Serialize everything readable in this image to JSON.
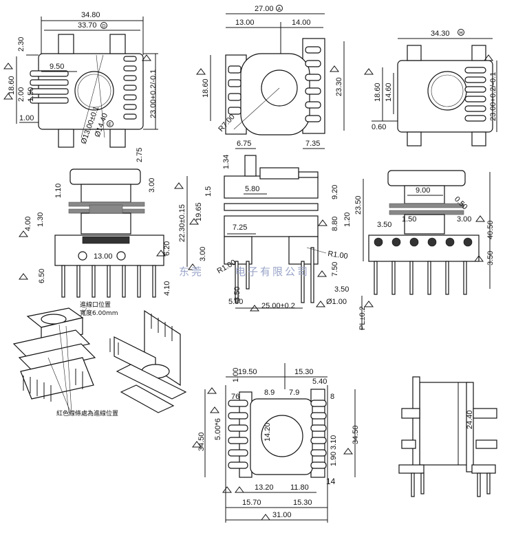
{
  "views": {
    "top_left": {
      "width": "34.80",
      "inner_width": "33.70",
      "inner_marker": "D",
      "left_top": "2.30",
      "left_height": "18.60",
      "pin_pitch": "2.00",
      "slot": "1.50",
      "foot": "1.00",
      "hole_left": "9.50",
      "core_hole": "Ø13.00±0.1",
      "core_outer": "Ø14.40",
      "outer_marker": "E",
      "right_height": "23.00+0.2/-0.1"
    },
    "top_mid": {
      "width": "27.00",
      "width_marker": "A",
      "left_half": "13.00",
      "right_half": "14.00",
      "left_height": "18.60",
      "right_height": "23.30",
      "radius": "R7.00",
      "left_foot": "6.75",
      "right_foot": "7.35"
    },
    "top_right": {
      "width": "34.30",
      "width_marker": "H",
      "left_height": "18.60",
      "inner_height": "14.60",
      "foot": "0.60",
      "right_height": "23.00+0.2/-0.1"
    },
    "mid_left": {
      "top_offset": "2.75",
      "cap": "1.10",
      "flange": "3.00",
      "side_a": "4.00",
      "side_b": "1.30",
      "pin_span": "13.00",
      "base": "6.20",
      "pin_base": "6.50",
      "pin_len": "4.10"
    },
    "mid_center": {
      "top_gap": "1.34",
      "height": "22.30±0.15",
      "inner": "19.65",
      "step": "1.5",
      "slot_w": "5.80",
      "right_top": "9.20",
      "right_total": "23.50",
      "right_mid": "8.80",
      "right_small": "1.20",
      "left_w": "7.25",
      "radius": "R1.00",
      "left_low": "3.00",
      "left_radius": "R1.00",
      "pin_len": "7.50",
      "pin_gap": "3.50",
      "left_pin": "3.50",
      "foot_w": "5.80",
      "pitch": "25.00±0.2",
      "pin_dia": "Ø1.00",
      "pl": "PL±0.2"
    },
    "mid_right": {
      "inner": "9.00",
      "chamfer": "0.50",
      "notch": "1.50",
      "offset_l": "3.50",
      "offset_r": "3.00",
      "total_height": "40.50",
      "pin_len": "3.50"
    },
    "bottom_center": {
      "left_top": "1.00",
      "left_w": "19.50",
      "right_w": "15.30",
      "right_top": "5.40",
      "gap_l": "8.9",
      "gap_r": "7.9",
      "pin_l": "76",
      "pin_r": "8",
      "left_h": "34.50",
      "pitch": "5.00*6",
      "core": "14.20",
      "notch_a": "3.10",
      "notch_b": "1.90",
      "right_h": "34.50",
      "pin_low": "14",
      "low_l": "13.20",
      "low_r": "11.80",
      "bot_l": "15.70",
      "bot_r": "15.30",
      "total_w": "31.00"
    },
    "bottom_right": {
      "height": "24.40"
    }
  },
  "notes": {
    "top_note": "進線口位置",
    "width_note": "寬度6.00mm",
    "bottom_note": "紅色線條處為進線位置"
  },
  "watermark": "东莞",
  "watermark2": "电子有限公司"
}
